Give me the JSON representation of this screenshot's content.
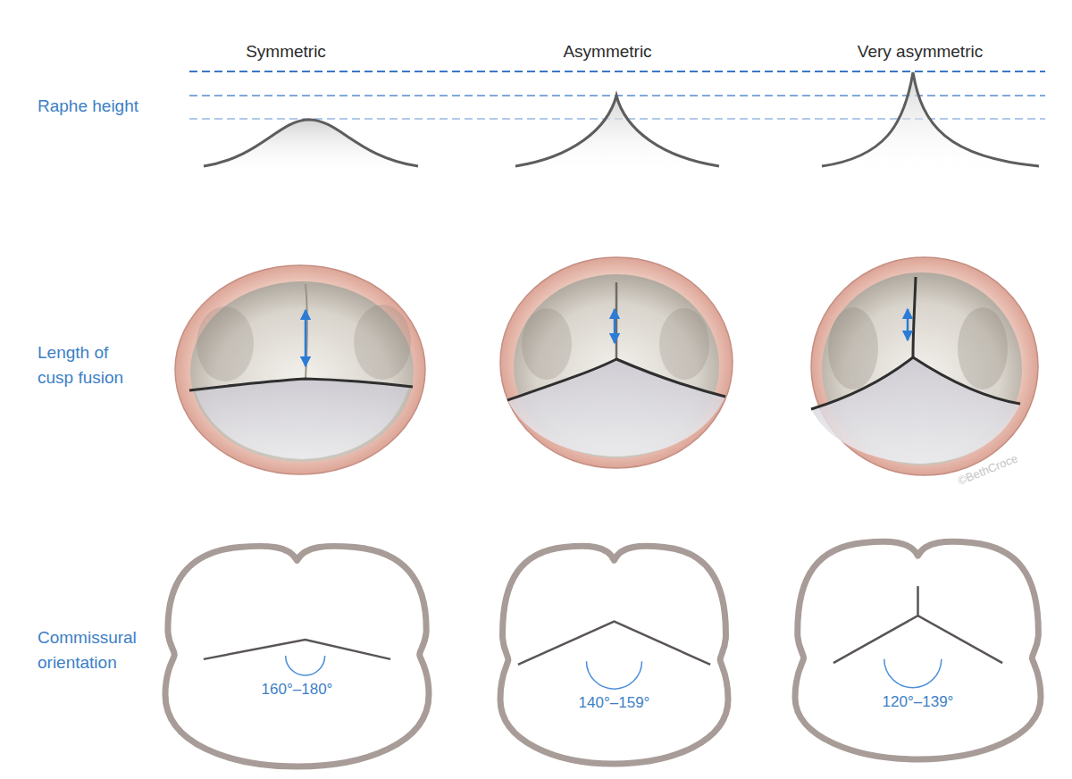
{
  "diagram": {
    "nodes": [
      {
        "text": [
          "160°–180°"
        ]
      },
      {
        "text": [
          "140°–159°"
        ]
      },
      {
        "text": [
          "120°–139°"
        ]
      }
    ],
    "labels": [
      "Symmetric",
      "Asymmetric",
      "Very asymmetric",
      "Raphe height",
      "Length of cusp fusion",
      "Commissural orientation",
      "©BethCroce"
    ]
  }
}
